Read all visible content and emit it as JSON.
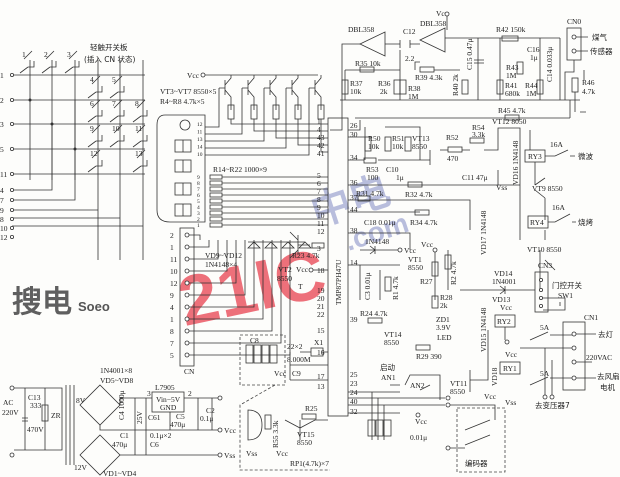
{
  "keypad": {
    "title": "轻触开关板",
    "subtitle": "(插入 CN 状态)",
    "switch_numbers": [
      "1",
      "2",
      "3",
      "4",
      "5",
      "6",
      "7",
      "8",
      "9",
      "10",
      "11",
      "12",
      "13"
    ],
    "row_terminals": [
      "1",
      "2",
      "3",
      "5",
      "11",
      "4",
      "7",
      "9",
      "8",
      "10",
      "12"
    ]
  },
  "drivers": {
    "vcc": "Vcc",
    "transistors": "VT3~VT7 8550×5",
    "resistors": "R4~R8 4.7k×5",
    "seg_resistors": "R14~R22 1000×9"
  },
  "display_panel": {
    "pins": [
      "12",
      "11",
      "13",
      "14",
      "10",
      "9",
      "8",
      "7",
      "6",
      "5",
      "4",
      "3",
      "2",
      "1"
    ]
  },
  "mcu": {
    "name": "TMP87PH47U",
    "left_pins": [
      "1",
      "4",
      "43",
      "42",
      "41",
      "5",
      "6",
      "7",
      "8",
      "9",
      "10",
      "11",
      "12",
      "3",
      "18",
      "19",
      "20",
      "21",
      "22",
      "15",
      "16",
      "17",
      "13"
    ],
    "right_pins": [
      "26",
      "30",
      "34",
      "36",
      "37",
      "44",
      "38",
      "14",
      "39",
      "25",
      "23",
      "24",
      "40",
      "32"
    ]
  },
  "scan_circuit": {
    "diodes": "VD9~VD12",
    "diode_type": "1N4148×4",
    "r23": "R23 4.7k",
    "vt2": "VT2",
    "vt2_type": "8550",
    "t": "T",
    "vcc": "Vcc"
  },
  "gas_sensor": {
    "opamp1": "DBL358",
    "opamp2": "DBL358",
    "vcc": "Vcc",
    "c12": "C12",
    "c12_val": "2.2",
    "r35": "R35 10k",
    "r39": "R39 4.3k",
    "r37": "R37",
    "r37_val": "10k",
    "r36": "R36",
    "r36_val": "2k",
    "r38": "R38",
    "r38_val": "1M",
    "r40": "R40 2k",
    "c15": "C15 0.47μ",
    "r42": "R42 150k",
    "c16": "C16",
    "c16_val": "1μ",
    "r43": "R43",
    "r43_val": "1M",
    "r41": "R41",
    "r41_val": "680k",
    "r44": "R44",
    "r44_val": "1M",
    "c14": "C14 0.033μ",
    "cn0": "CN0",
    "gas": "煤气",
    "sensor": "传感器",
    "r46": "R46",
    "r46_val": "4.7k",
    "r45": "R45 4.7k"
  },
  "microwave": {
    "r50": "R50",
    "r50_val": "10k",
    "r51": "R51",
    "r51_val": "10k",
    "vt13": "VT13",
    "vt13_type": "8550",
    "r53": "R53",
    "r53_val": "100",
    "c10": "C10",
    "c10_val": "1μ",
    "r52": "R52",
    "r52_val": "470",
    "r54": "R54",
    "r54_val": "3.3k",
    "vt12": "VT12 8050",
    "c11": "C11 47μ",
    "vss": "Vss",
    "vd16": "VD16 1N4148",
    "ry3": "RY3",
    "rating": "16A",
    "label": "微波"
  },
  "grill": {
    "vt9": "VT9 8550",
    "r31": "R31 4.7k",
    "r32": "R32 4.7k",
    "c18": "C18 0.01μ",
    "r34": "R34 4.7k",
    "vd17": "VD17 1N4148",
    "ry4": "RY4",
    "rating": "16A",
    "label": "烧烤",
    "vt10": "VT10 8550"
  },
  "door": {
    "d_1n4148": "1N4148",
    "vcc": "Vcc",
    "vt1": "VT1",
    "vt1_type": "8550",
    "c3": "C3 0.01μ",
    "r1": "R1 4.7k",
    "r2": "R2 4.7k",
    "r27": "R27",
    "r28": "R28",
    "r28_val": "2k",
    "zd1": "ZD1",
    "zd1_val": "3.9V",
    "r24": "R24 4.7k",
    "vt14": "VT14",
    "vt14_type": "8550",
    "led": "LED",
    "r29": "R29 390",
    "vd14": "VD14",
    "vd14_type": "1N4001",
    "vd13": "VD13",
    "cn3": "CN3",
    "switch": "门控开关",
    "sw1": "SW1"
  },
  "relays": {
    "vd15": "VD15 1N4148",
    "ry2": "RY2",
    "vcc": "Vcc",
    "vt11": "VT11",
    "vt11_type": "8550",
    "vss": "Vss",
    "ry1": "RY1",
    "vd18": "VD18",
    "cn1": "CN1",
    "r5a_1": "5A",
    "r5a_2": "5A",
    "lamp": "去灯",
    "mains": "220VAC",
    "fan": "去风扇",
    "motor": "电机",
    "transformer": "去变压器7"
  },
  "buttons": {
    "start": "启动",
    "an1": "AN1",
    "an2": "AN2",
    "vcc": "Vcc",
    "cap": "0.01μ",
    "encoder": "编码器"
  },
  "clock": {
    "c8": "C8",
    "freq": "8.000M",
    "x1": "X1",
    "caps": "22×2",
    "c9": "C9",
    "vcc": "Vcc",
    "cn": "CN",
    "cn_pins": [
      "2",
      "1",
      "11",
      "10",
      "12",
      "9",
      "4",
      "1",
      "8",
      "7",
      "5"
    ]
  },
  "buzzer": {
    "r55": "R55 3.3k",
    "r25": "R25",
    "vt15": "VT15",
    "vt15_type": "8550",
    "vss": "Vss",
    "vcc": "Vcc",
    "rp1": "RP1(4.7k)×7"
  },
  "power": {
    "rectifier": "1N4001×8",
    "vd5_8": "VD5~VD8",
    "reg": "L7905",
    "reg_io": "Vin−5V",
    "reg_gnd": "GND",
    "ac": "AC",
    "ac_v": "220V",
    "c13": "C13",
    "c13_val": "333",
    "mov_v": "470V",
    "zr": "ZR",
    "v8": "8V",
    "v12": "12V",
    "c4": "C4 1000μ",
    "c4_v": "25V",
    "c61": "C61",
    "c5": "C5",
    "c5_val": "470μ",
    "c2": "C2",
    "c2_val": "0.1μ",
    "vcc": "Vcc",
    "c1": "C1",
    "c1_val": "470μ",
    "c7": "0.1μ×2",
    "c6": "C6",
    "vss": "Vss",
    "vd1_4": "VD1~VD4",
    "pin3": "3",
    "pin2": "2"
  },
  "watermarks": {
    "soudian": "搜电",
    "soeo": "Soeo",
    "red": "21IC",
    "blue": "中电",
    "com": ".com"
  }
}
